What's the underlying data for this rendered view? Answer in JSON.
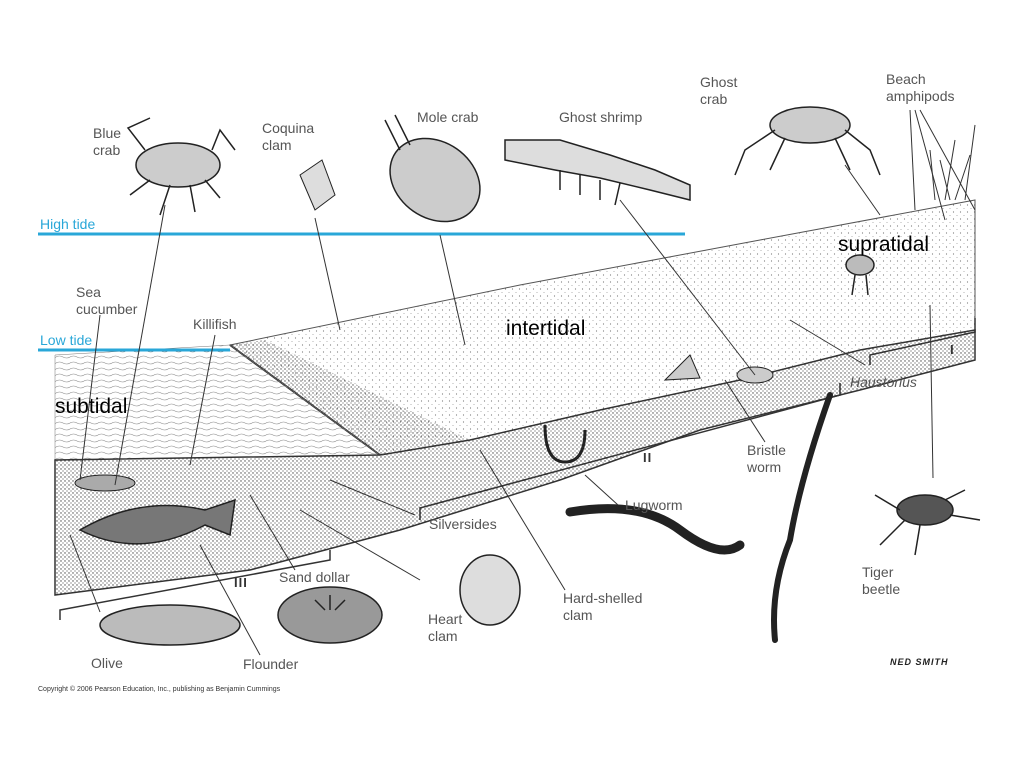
{
  "diagram": {
    "tide_lines": {
      "high_tide": "High tide",
      "low_tide": "Low tide",
      "color": "#29a7d8"
    },
    "zones": {
      "supratidal": "supratidal",
      "intertidal": "intertidal",
      "subtidal": "subtidal"
    },
    "zone_numbers": {
      "one": "I",
      "two": "II",
      "three": "III"
    },
    "organisms": {
      "blue_crab": "Blue\ncrab",
      "coquina_clam": "Coquina\nclam",
      "mole_crab": "Mole crab",
      "ghost_shrimp": "Ghost shrimp",
      "ghost_crab": "Ghost\ncrab",
      "beach_amphipods": "Beach\namphipods",
      "sea_cucumber": "Sea\ncucumber",
      "killifish": "Killifish",
      "haustorius": "Haustorius",
      "bristle_worm": "Bristle\nworm",
      "lugworm": "Lugworm",
      "silversides": "Silversides",
      "sand_dollar": "Sand dollar",
      "heart_clam": "Heart\nclam",
      "hard_shelled_clam": "Hard-shelled\nclam",
      "tiger_beetle": "Tiger\nbeetle",
      "olive": "Olive",
      "flounder": "Flounder"
    },
    "signature": "NED SMITH",
    "copyright": "Copyright © 2006 Pearson Education, Inc., publishing as Benjamin Cummings"
  }
}
